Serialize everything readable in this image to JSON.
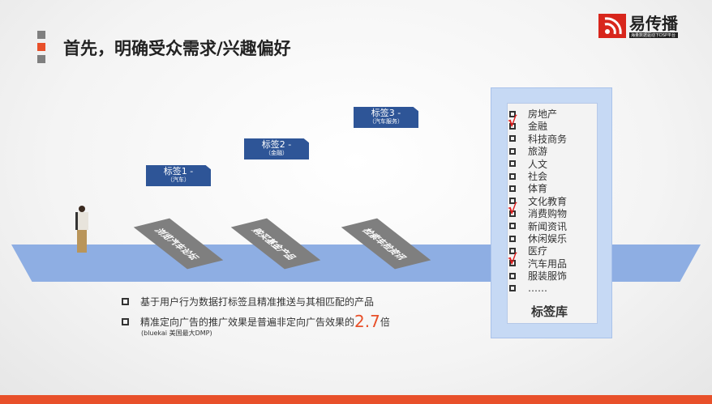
{
  "title": "首先，明确受众需求/兴趣偏好",
  "logo": {
    "name": "易传播",
    "subtitle": "海量数据驱动下DSP平台"
  },
  "tags": [
    {
      "label": "标签1 -",
      "sub": "（汽车）"
    },
    {
      "label": "标签2 -",
      "sub": "（金融）"
    },
    {
      "label": "标签3 -",
      "sub": "（汽车服务）"
    }
  ],
  "actions": [
    "浏览汽车论坛",
    "购买基金产品",
    "检索车险资讯"
  ],
  "bullets": {
    "b1": "基于用户行为数据打标签且精准推送与其相匹配的产品",
    "b2_prefix": "精准定向广告的推广效果是普遍非定向广告效果的",
    "b2_value": "2.7",
    "b2_suffix": "倍",
    "note": "(bluekai 美国最大DMP)"
  },
  "library": {
    "title": "标签库",
    "items": [
      {
        "label": "房地产",
        "checked": false
      },
      {
        "label": "金融",
        "checked": true
      },
      {
        "label": "科技商务",
        "checked": false
      },
      {
        "label": "旅游",
        "checked": false
      },
      {
        "label": "人文",
        "checked": false
      },
      {
        "label": "社会",
        "checked": false
      },
      {
        "label": "体育",
        "checked": false
      },
      {
        "label": "文化教育",
        "checked": false
      },
      {
        "label": "消费购物",
        "checked": true
      },
      {
        "label": "新闻资讯",
        "checked": false
      },
      {
        "label": "休闲娱乐",
        "checked": false
      },
      {
        "label": "医疗",
        "checked": false
      },
      {
        "label": "汽车用品",
        "checked": true
      },
      {
        "label": "服装服饰",
        "checked": false
      },
      {
        "label": "……",
        "checked": false
      }
    ]
  },
  "colors": {
    "accent": "#e8502a",
    "tag": "#2e5597",
    "band": "#8eaee3",
    "check": "#e01b1b"
  }
}
